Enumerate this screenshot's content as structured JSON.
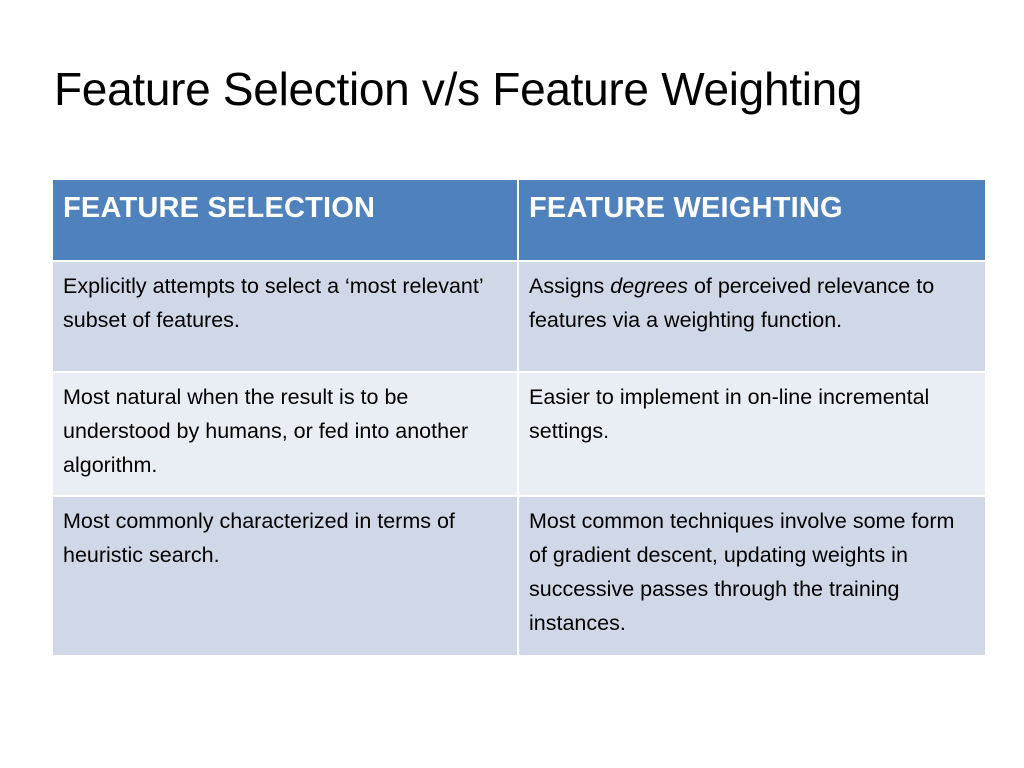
{
  "slide": {
    "title": "Feature Selection v/s Feature Weighting"
  },
  "table": {
    "headers": [
      "FEATURE SELECTION",
      "FEATURE WEIGHTING"
    ],
    "rows": [
      {
        "selection": "Explicitly attempts to select a ‘most relevant’ subset of features.",
        "weighting": {
          "before": "Assigns ",
          "emphasis": "degrees",
          "after": " of perceived relevance to features via a weighting function."
        }
      },
      {
        "selection": "Most natural when the result is to be understood by humans, or fed into another algorithm.",
        "weighting": "Easier to implement in on-line incremental settings."
      },
      {
        "selection": "Most commonly characterized in terms of heuristic search.",
        "weighting": "Most common techniques involve some form of gradient descent, updating weights in successive passes through the training instances."
      }
    ]
  }
}
